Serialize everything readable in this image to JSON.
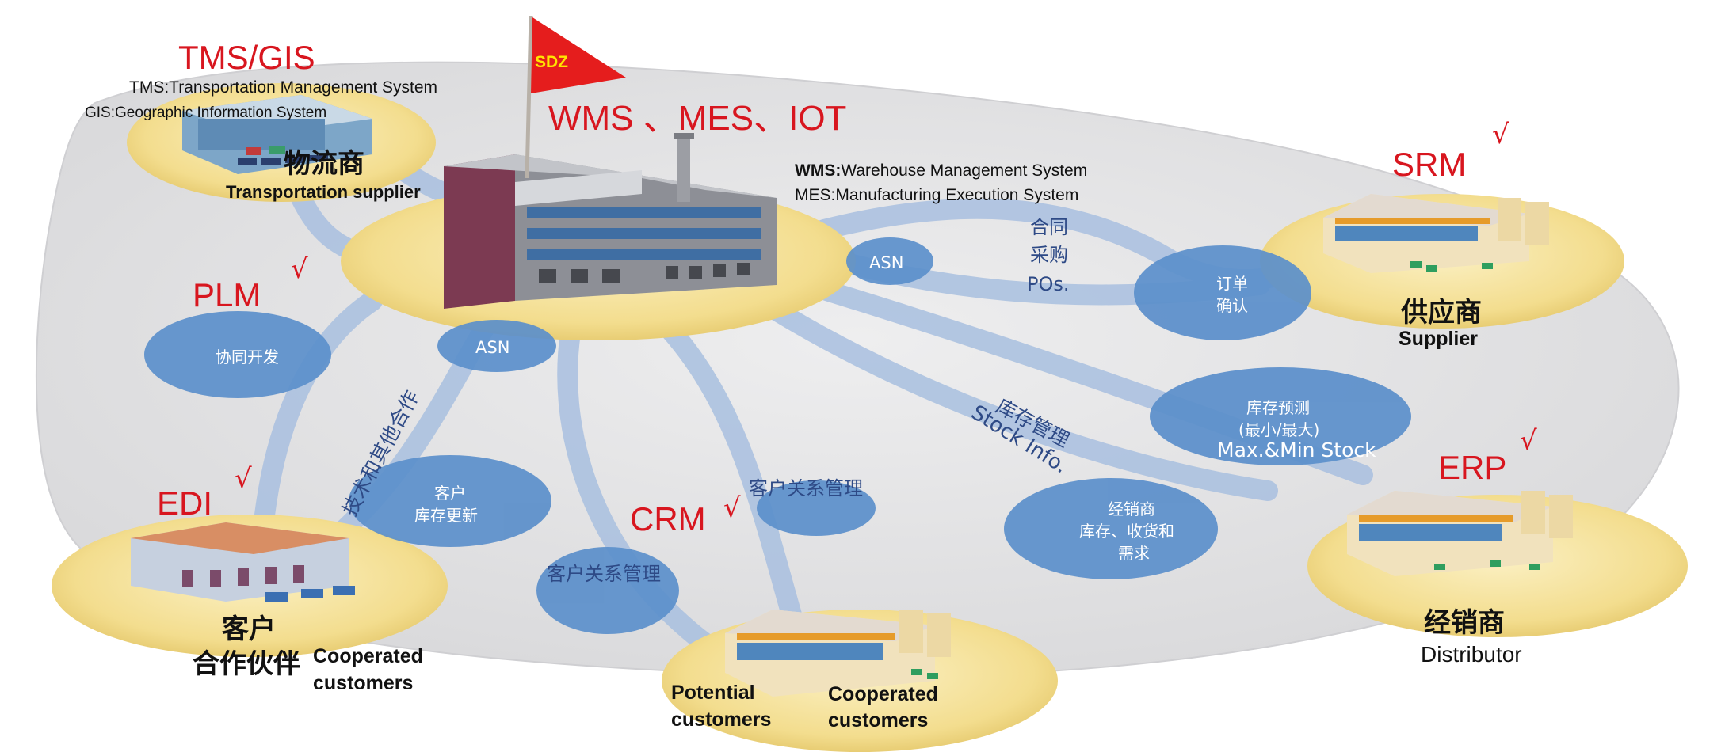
{
  "header": {
    "flag_label": "SDZ",
    "core_systems": "WMS 、MES、IOT",
    "wms_prefix": "WMS:",
    "wms_desc": "Warehouse Management System",
    "mes_desc": "MES:Manufacturing Execution System"
  },
  "tms": {
    "title": "TMS/GIS",
    "tms_desc": "TMS:Transportation Management System",
    "gis_desc": "GIS:Geographic Information System",
    "cn": "物流商",
    "en": "Transportation supplier"
  },
  "srm": {
    "title": "SRM",
    "check": "√",
    "cn": "供应商",
    "en": "Supplier"
  },
  "plm": {
    "title": "PLM",
    "check": "√"
  },
  "edi": {
    "title": "EDI",
    "check": "√",
    "cn_line1": "客户",
    "cn_line2": "合作伙伴",
    "en_line1": "Cooperated",
    "en_line2": "customers"
  },
  "crm": {
    "title": "CRM",
    "check": "√",
    "potential_line1": "Potential",
    "potential_line2": "customers",
    "cooperated_line1": "Cooperated",
    "cooperated_line2": "customers"
  },
  "erp": {
    "title": "ERP",
    "check": "√",
    "cn": "经销商",
    "en": "Distributor"
  },
  "bubbles": {
    "asn_right": "ASN",
    "asn_left": "ASN",
    "order_confirm_1": "订单",
    "order_confirm_2": "确认",
    "co_dev": "协同开发",
    "customer_stock_1": "客户",
    "customer_stock_2": "库存更新",
    "crm_left": "客户关系管理",
    "crm_right": "客户关系管理",
    "stock_forecast_1": "库存预测",
    "stock_forecast_2": "(最小/最大)",
    "stock_forecast_en": "Max.&Min Stock",
    "distributor_1": "经销商",
    "distributor_2": "库存、收货和",
    "distributor_3": "需求"
  },
  "flows": {
    "contract_1": "合同",
    "contract_2": "采购",
    "contract_3": "POs.",
    "tech_cooperation": "技术和其他合作",
    "stock_mgmt_cn": "库存管理",
    "stock_mgmt_en": "Stock Info."
  },
  "colors": {
    "platform_gray": "#e3e3e5",
    "pad_yellow": "#f4e29a",
    "bubble_blue": "#5b8fcb",
    "road_blue": "#a9c0e0",
    "accent_red": "#d8161f",
    "flag_red": "#e51d1d",
    "flag_text": "#ffe400"
  }
}
